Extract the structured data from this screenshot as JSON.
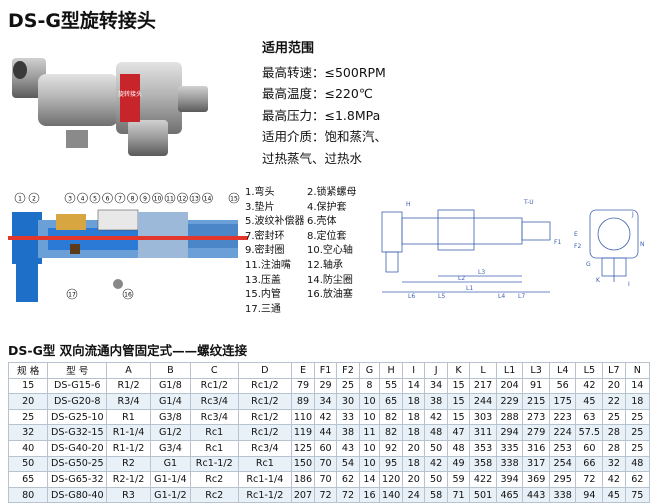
{
  "title": "DS-G型旋转接头",
  "specs": {
    "heading": "适用范围",
    "lines": [
      "最高转速：≤500RPM",
      "最高温度：≤220℃",
      "最高压力：≤1.8MPa",
      "适用介质：饱和蒸汽、",
      "过热蒸气、过热水"
    ]
  },
  "product_label": "旋转接头",
  "parts": [
    [
      "1.弯头",
      "2.锁紧螺母"
    ],
    [
      "3.垫片",
      "4.保护套"
    ],
    [
      "5.波纹补偿器",
      "6.壳体"
    ],
    [
      "7.密封环",
      "8.定位套"
    ],
    [
      "9.密封圈",
      "10.空心轴"
    ],
    [
      "11.注油嘴",
      "12.轴承"
    ],
    [
      "13.压盖",
      "14.防尘圈"
    ],
    [
      "15.内管",
      "16.放油塞"
    ],
    [
      "17.三通",
      ""
    ]
  ],
  "callouts_top": [
    "1",
    "2",
    "3",
    "4",
    "5",
    "6",
    "7",
    "8",
    "9",
    "10",
    "11",
    "12",
    "13",
    "14"
  ],
  "callouts_other": [
    "15",
    "17",
    "16"
  ],
  "dim_labels": [
    "T-U",
    "E",
    "F1",
    "F2",
    "L1",
    "L2",
    "L3",
    "L4",
    "L5",
    "L6",
    "L7",
    "H",
    "G",
    "I",
    "J",
    "K",
    "N"
  ],
  "table_title": "DS-G型  双向流通内管固定式——螺纹连接",
  "table": {
    "headers": [
      "规 格",
      "型  号",
      "A",
      "B",
      "C",
      "D",
      "E",
      "F1",
      "F2",
      "G",
      "H",
      "I",
      "J",
      "K",
      "L",
      "L1",
      "L3",
      "L4",
      "L5",
      "L7",
      "N"
    ],
    "rows": [
      [
        "15",
        "DS-G15-6",
        "R1/2",
        "G1/8",
        "Rc1/2",
        "Rc1/2",
        "79",
        "29",
        "25",
        "8",
        "55",
        "14",
        "34",
        "15",
        "217",
        "204",
        "91",
        "56",
        "42",
        "20",
        "14"
      ],
      [
        "20",
        "DS-G20-8",
        "R3/4",
        "G1/4",
        "Rc3/4",
        "Rc1/2",
        "89",
        "34",
        "30",
        "10",
        "65",
        "18",
        "38",
        "15",
        "244",
        "229",
        "215",
        "175",
        "45",
        "22",
        "18"
      ],
      [
        "25",
        "DS-G25-10",
        "R1",
        "G3/8",
        "Rc3/4",
        "Rc1/2",
        "110",
        "42",
        "33",
        "10",
        "82",
        "18",
        "42",
        "15",
        "303",
        "288",
        "273",
        "223",
        "63",
        "25",
        "25"
      ],
      [
        "32",
        "DS-G32-15",
        "R1-1/4",
        "G1/2",
        "Rc1",
        "Rc1/2",
        "119",
        "44",
        "38",
        "11",
        "82",
        "18",
        "48",
        "47",
        "311",
        "294",
        "279",
        "224",
        "57.5",
        "28",
        "25"
      ],
      [
        "40",
        "DS-G40-20",
        "R1-1/2",
        "G3/4",
        "Rc1",
        "Rc3/4",
        "125",
        "60",
        "43",
        "10",
        "92",
        "20",
        "50",
        "48",
        "353",
        "335",
        "316",
        "253",
        "60",
        "28",
        "25"
      ],
      [
        "50",
        "DS-G50-25",
        "R2",
        "G1",
        "Rc1-1/2",
        "Rc1",
        "150",
        "70",
        "54",
        "10",
        "95",
        "18",
        "42",
        "49",
        "358",
        "338",
        "317",
        "254",
        "66",
        "32",
        "48"
      ],
      [
        "65",
        "DS-G65-32",
        "R2-1/2",
        "G1-1/4",
        "Rc2",
        "Rc1-1/4",
        "186",
        "70",
        "62",
        "14",
        "120",
        "20",
        "50",
        "59",
        "422",
        "394",
        "369",
        "295",
        "72",
        "42",
        "62"
      ],
      [
        "80",
        "DS-G80-40",
        "R3",
        "G1-1/2",
        "Rc2",
        "Rc1-1/2",
        "207",
        "72",
        "72",
        "16",
        "140",
        "24",
        "58",
        "71",
        "501",
        "465",
        "443",
        "338",
        "94",
        "45",
        "75"
      ]
    ]
  },
  "colors": {
    "row_tint": "#e8f1f8",
    "border": "#b7c4cf",
    "section_blue": "#1e6fc8",
    "drawing_blue": "#3c5fb0"
  }
}
